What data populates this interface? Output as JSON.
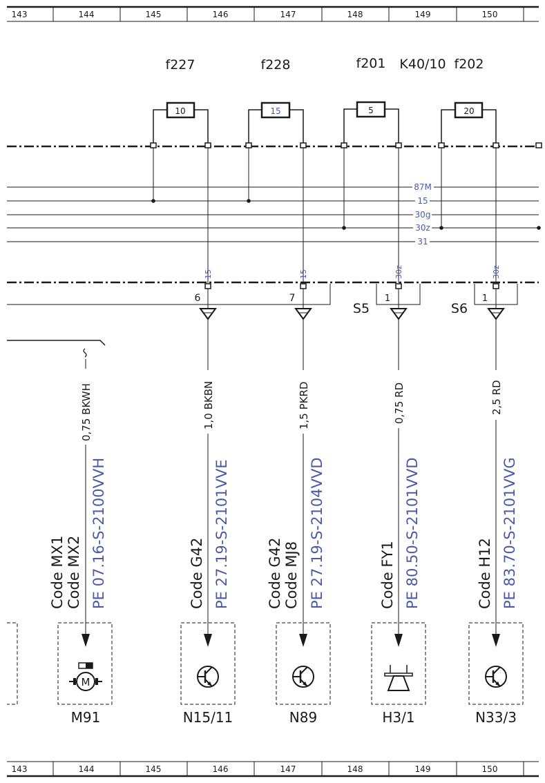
{
  "grid": {
    "top": [
      "143",
      "144",
      "145",
      "146",
      "147",
      "148",
      "149",
      "150"
    ],
    "bottom": [
      "143",
      "144",
      "145",
      "146",
      "147",
      "148",
      "149",
      "150"
    ]
  },
  "fuses": [
    {
      "label": "f227",
      "rating": "10"
    },
    {
      "label": "f228",
      "rating": "15"
    },
    {
      "label": "f201",
      "rating": "5"
    },
    {
      "label": "f202",
      "rating": "20"
    }
  ],
  "relay_label": "K40/10",
  "buses": [
    "87M",
    "15",
    "30g",
    "30z",
    "31"
  ],
  "pins": {
    "p146": "15",
    "p147": "15",
    "p149": "30z",
    "p150": "30z"
  },
  "connectors": {
    "c6": "6",
    "c7": "7",
    "c1a": "1",
    "c1b": "1"
  },
  "switches": {
    "s5": "S5",
    "s6": "S6"
  },
  "wires": [
    "0,75 BKWH",
    "1,0 BKBN",
    "1,5 PKRD",
    "0,75 RD",
    "2,5 RD"
  ],
  "wire_paths": [
    "PE 07.16-S-2100VVH",
    "PE 27.19-S-2101VVE",
    "PE 27.19-S-2104VVD",
    "PE 80.50-S-2101VVD",
    "PE 83.70-S-2101VVG"
  ],
  "codes": {
    "m91_a": "Code MX1",
    "m91_b": "Code MX2",
    "n15_a": "Code G42",
    "n89_a": "Code G42",
    "n89_b": "Code MJ8",
    "h3_a": "Code FY1",
    "n33_a": "Code H12"
  },
  "components": [
    "M91",
    "N15/11",
    "N89",
    "H3/1",
    "N33/3"
  ],
  "colors": {
    "line": "#1a1a1a",
    "ref_text": "#4a5aa8"
  }
}
